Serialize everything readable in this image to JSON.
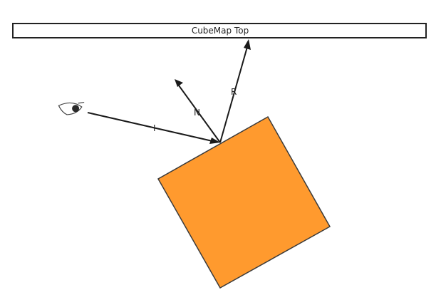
{
  "banner": {
    "label": "CubeMap Top"
  },
  "vectors": {
    "incident_label": "I",
    "normal_label": "N",
    "reflect_label": "R"
  },
  "icons": {
    "viewer": "eye-icon"
  },
  "colors": {
    "cube_fill": "#ff9a2e",
    "cube_stroke": "#3a3a3a",
    "line": "#1a1a1a",
    "banner_stroke": "#222222"
  }
}
